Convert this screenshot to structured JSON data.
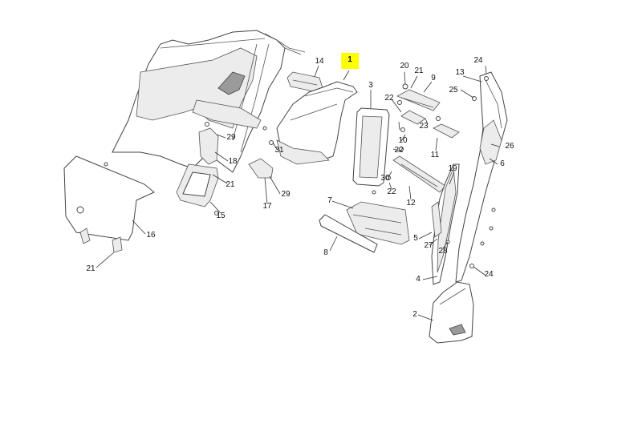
{
  "diagram": {
    "highlight_color": "#ffff00",
    "callouts": [
      {
        "id": "c1",
        "text": "1",
        "highlight": true
      },
      {
        "id": "c2",
        "text": "2"
      },
      {
        "id": "c3",
        "text": "3"
      },
      {
        "id": "c4",
        "text": "4"
      },
      {
        "id": "c5",
        "text": "5"
      },
      {
        "id": "c6",
        "text": "6"
      },
      {
        "id": "c7",
        "text": "7"
      },
      {
        "id": "c8",
        "text": "8"
      },
      {
        "id": "c9",
        "text": "9"
      },
      {
        "id": "c10",
        "text": "10"
      },
      {
        "id": "c11",
        "text": "11"
      },
      {
        "id": "c12",
        "text": "12"
      },
      {
        "id": "c13",
        "text": "13"
      },
      {
        "id": "c14",
        "text": "14"
      },
      {
        "id": "c15",
        "text": "15"
      },
      {
        "id": "c16",
        "text": "16"
      },
      {
        "id": "c17",
        "text": "17"
      },
      {
        "id": "c18",
        "text": "18"
      },
      {
        "id": "c19",
        "text": "19"
      },
      {
        "id": "c20",
        "text": "20"
      },
      {
        "id": "c21a",
        "text": "21"
      },
      {
        "id": "c21b",
        "text": "21"
      },
      {
        "id": "c21c",
        "text": "21"
      },
      {
        "id": "c22a",
        "text": "22"
      },
      {
        "id": "c22b",
        "text": "22"
      },
      {
        "id": "c22c",
        "text": "22"
      },
      {
        "id": "c23",
        "text": "23"
      },
      {
        "id": "c24a",
        "text": "24"
      },
      {
        "id": "c24b",
        "text": "24"
      },
      {
        "id": "c25",
        "text": "25"
      },
      {
        "id": "c26",
        "text": "26"
      },
      {
        "id": "c27",
        "text": "27"
      },
      {
        "id": "c28",
        "text": "28"
      },
      {
        "id": "c29a",
        "text": "29"
      },
      {
        "id": "c29b",
        "text": "29"
      },
      {
        "id": "c30",
        "text": "30"
      },
      {
        "id": "c31",
        "text": "31"
      }
    ]
  }
}
